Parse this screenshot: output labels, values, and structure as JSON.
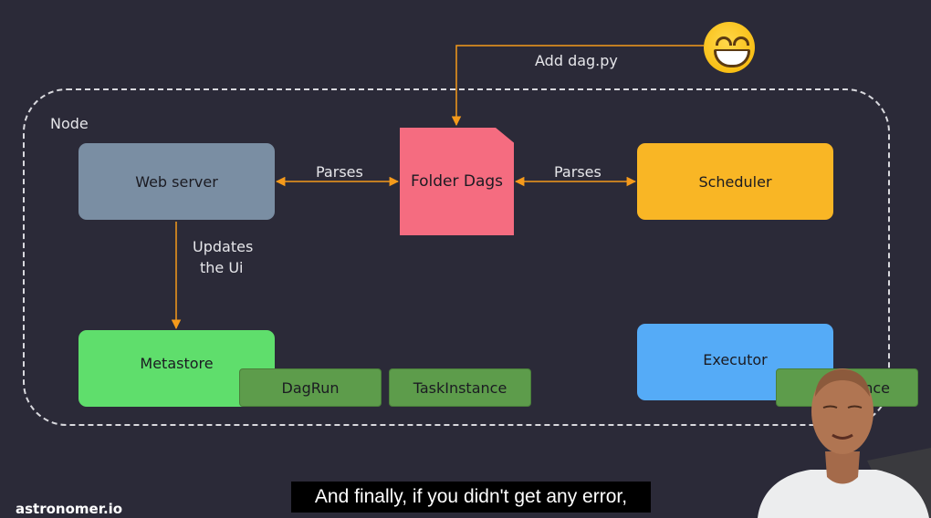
{
  "diagram": {
    "node_label": "Node",
    "add_label": "Add dag.py",
    "folder_label": "Folder Dags",
    "webserver_label": "Web server",
    "scheduler_label": "Scheduler",
    "metastore_label": "Metastore",
    "executor_label": "Executor",
    "parses_left_label": "Parses",
    "parses_right_label": "Parses",
    "updates_line1": "Updates",
    "updates_line2": "the Ui",
    "chips": {
      "dagrun": "DagRun",
      "taskinstance": "TaskInstance",
      "taskinstance_partial": "tance"
    }
  },
  "overlay": {
    "subtitle": "And finally, if you didn't get any error,",
    "brand": "astronomer.io"
  },
  "colors": {
    "background": "#2b2a38",
    "webserver": "#7a8ea3",
    "folder": "#f56c80",
    "scheduler": "#f9b625",
    "metastore": "#5fde6c",
    "executor": "#55abf7",
    "chip": "#5d9c4b",
    "arrow": "#f59a1b"
  },
  "icons": {
    "emoji": "grinning-face-icon",
    "presenter": "presenter-video"
  }
}
